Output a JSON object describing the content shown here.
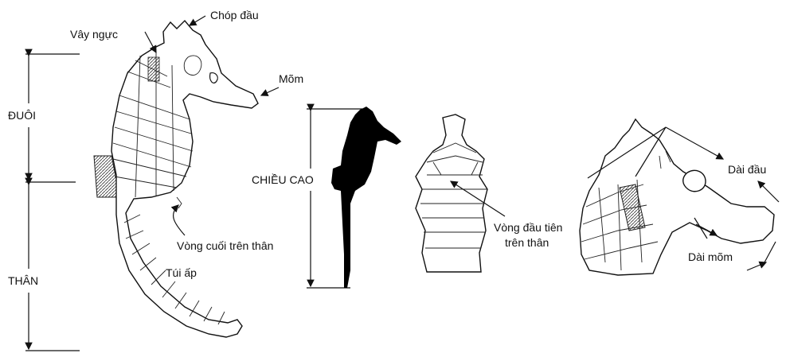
{
  "labels": {
    "chop_dau": "Chóp đầu",
    "vay_nguc": "Vây ngực",
    "mom": "Mõm",
    "duoi": "ĐUÔI",
    "than": "THÂN",
    "chieu_cao": "CHIỀU CAO",
    "vong_cuoi": "Vòng cuối trên thân",
    "tui_ap": "Túi ấp",
    "vong_dau_line1": "Vòng đầu tiên",
    "vong_dau_line2": "trên thân",
    "dai_dau": "Dài đầu",
    "dai_mom": "Dài mõm"
  },
  "colors": {
    "ink": "#111111",
    "silhouette": "#000000",
    "background": "#ffffff"
  }
}
